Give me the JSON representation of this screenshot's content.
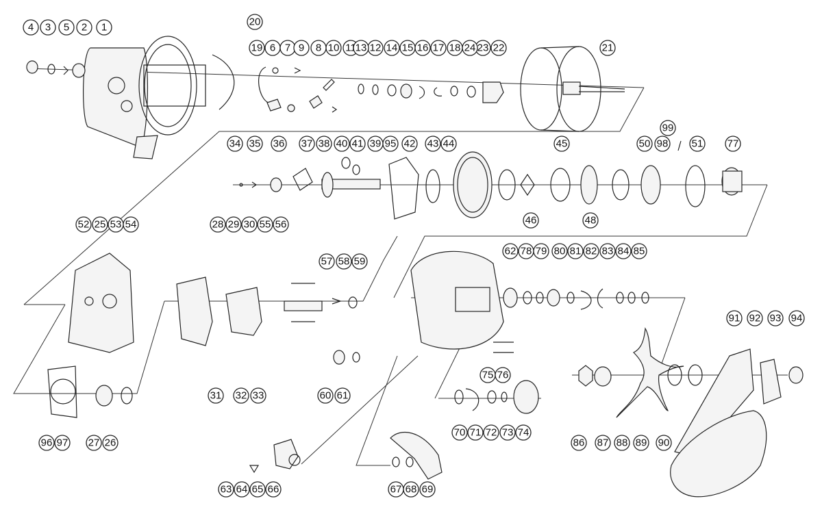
{
  "diagram": {
    "callouts": [
      "1",
      "2",
      "3",
      "4",
      "5",
      "6",
      "7",
      "8",
      "9",
      "10",
      "11",
      "12",
      "13",
      "14",
      "15",
      "16",
      "17",
      "18",
      "19",
      "20",
      "21",
      "22",
      "23",
      "24",
      "25",
      "26",
      "27",
      "28",
      "29",
      "30",
      "31",
      "32",
      "33",
      "34",
      "35",
      "36",
      "37",
      "38",
      "39",
      "40",
      "41",
      "42",
      "43",
      "44",
      "45",
      "46",
      "48",
      "50",
      "51",
      "52",
      "53",
      "54",
      "55",
      "56",
      "57",
      "58",
      "59",
      "60",
      "61",
      "62",
      "63",
      "64",
      "65",
      "66",
      "67",
      "68",
      "69",
      "70",
      "71",
      "72",
      "73",
      "74",
      "75",
      "76",
      "77",
      "78",
      "79",
      "80",
      "81",
      "82",
      "83",
      "84",
      "85",
      "86",
      "87",
      "88",
      "89",
      "90",
      "91",
      "92",
      "93",
      "94",
      "95",
      "96",
      "97",
      "98",
      "99"
    ]
  }
}
